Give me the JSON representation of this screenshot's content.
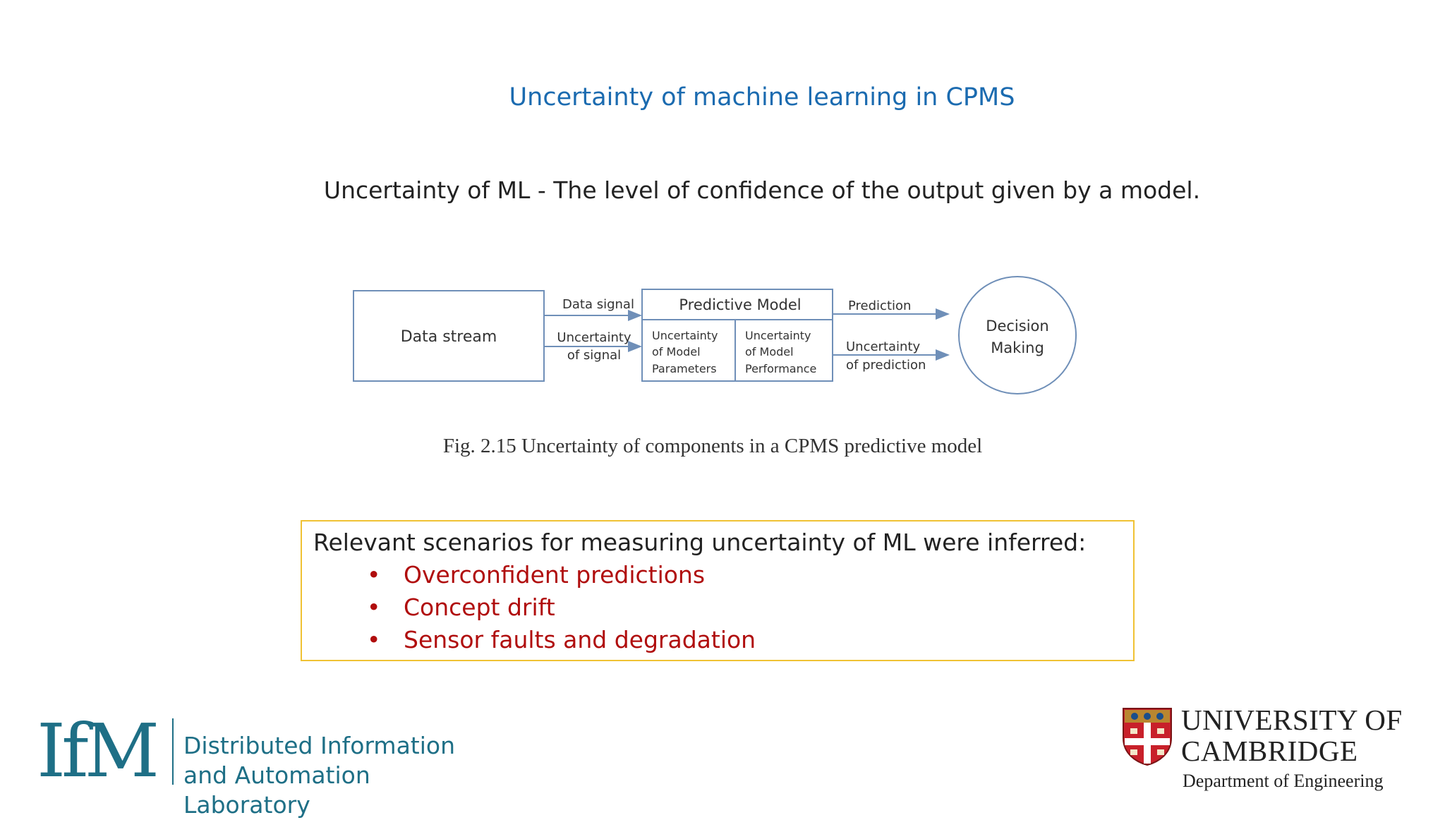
{
  "slide": {
    "title": "Uncertainty of machine learning in CPMS",
    "definition": "Uncertainty of ML - The level of confidence of the output given by a model."
  },
  "figure": {
    "data_stream": "Data stream",
    "data_signal": "Data signal",
    "uncertainty_signal": [
      "Uncertainty",
      "of signal"
    ],
    "predictive_model": "Predictive Model",
    "uncertainty_params": [
      "Uncertainty",
      "of Model",
      "Parameters"
    ],
    "uncertainty_performance": [
      "Uncertainty",
      "of Model",
      "Performance"
    ],
    "prediction": "Prediction",
    "uncertainty_prediction": [
      "Uncertainty",
      "of prediction"
    ],
    "decision_making": [
      "Decision",
      "Making"
    ],
    "caption": "Fig. 2.15 Uncertainty of components in a CPMS predictive model"
  },
  "scenarios": {
    "intro": "Relevant scenarios for measuring uncertainty of ML were inferred:",
    "items": [
      "Overconfident predictions",
      "Concept drift",
      "Sensor faults and degradation"
    ],
    "bullet": "•"
  },
  "ifm_logo": {
    "mark": "IfM",
    "line1": "Distributed Information",
    "line2": "and Automation Laboratory"
  },
  "cambridge_logo": {
    "line1": "UNIVERSITY OF",
    "line2": "CAMBRIDGE",
    "dept": "Department of Engineering"
  },
  "colors": {
    "title": "#1b6bb0",
    "scenario_text": "#b00d0d",
    "box_border": "#f0c234",
    "diagram_border": "#6f8fb8",
    "ifm": "#1e6f86"
  }
}
